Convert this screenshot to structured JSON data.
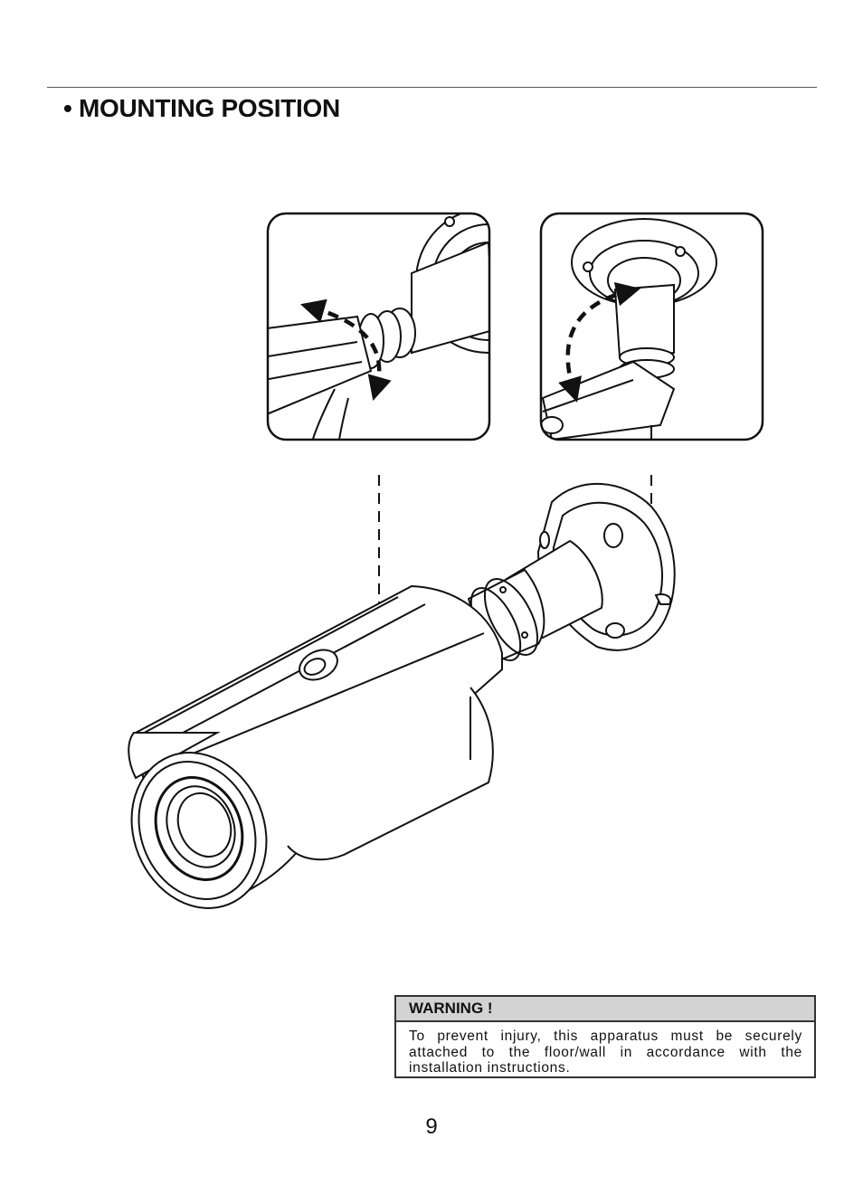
{
  "section": {
    "title": "• MOUNTING POSITION"
  },
  "warning": {
    "heading": "WARNING !",
    "text": "To prevent injury, this apparatus must be securely attached to the floor/wall in accordance with the installation instructions."
  },
  "page": {
    "number": "9"
  },
  "figure": {
    "icons": [
      "wall-mount-rotation-illustration",
      "ceiling-mount-tilt-illustration",
      "bullet-camera-illustration"
    ]
  }
}
